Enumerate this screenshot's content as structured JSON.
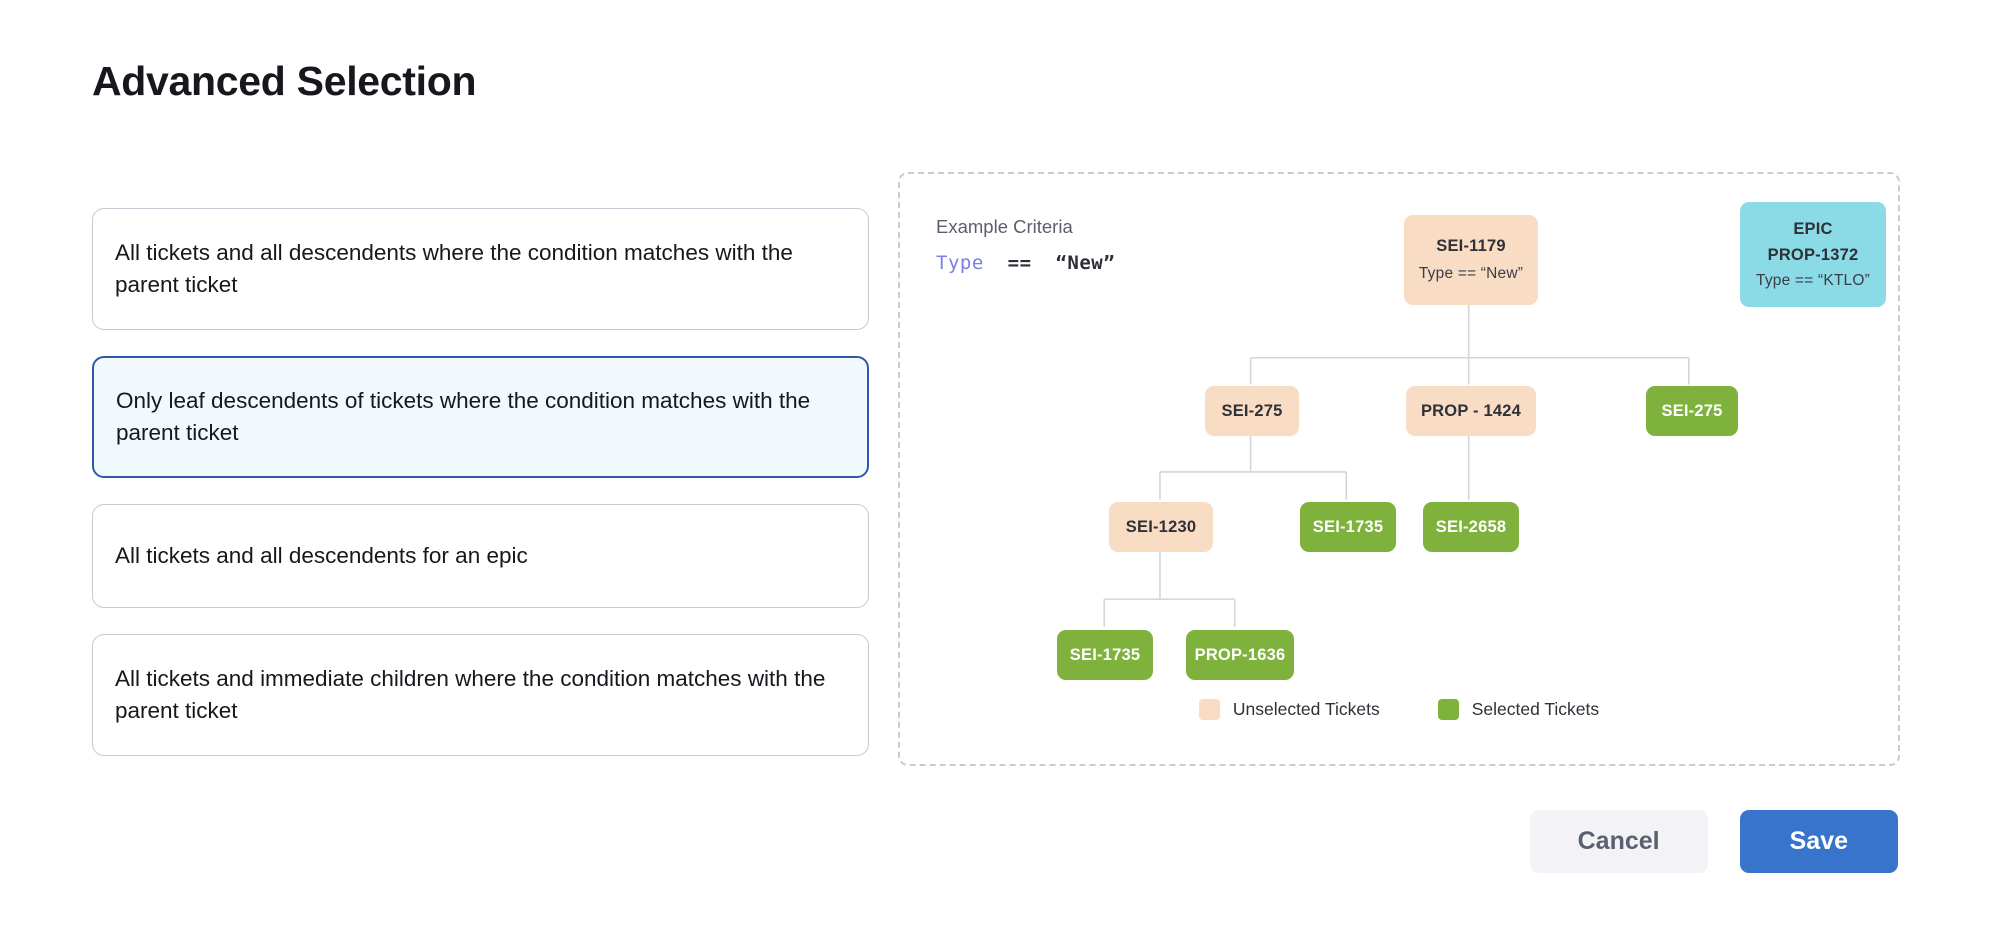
{
  "page": {
    "title": "Advanced Selection"
  },
  "options": [
    {
      "label": "All tickets and all descendents where the condition matches with the parent ticket",
      "selected": false
    },
    {
      "label": "Only leaf descendents of tickets where the condition matches with the parent ticket",
      "selected": true
    },
    {
      "label": "All tickets and all descendents for an epic",
      "selected": false
    },
    {
      "label": "All tickets and immediate children where the condition matches with the parent ticket",
      "selected": false
    }
  ],
  "diagram": {
    "criteria_label": "Example Criteria",
    "criteria_keyword": "Type",
    "criteria_operator": "==",
    "criteria_value": "“New”",
    "nodes": {
      "root": {
        "id": "SEI-1179",
        "condition": "Type == “New”",
        "state": "unselected"
      },
      "epic": {
        "kind": "EPIC",
        "id": "PROP-1372",
        "condition": "Type == “KTLO”",
        "state": "epic"
      },
      "c1": {
        "id": "SEI-275",
        "state": "unselected"
      },
      "c2": {
        "id": "PROP - 1424",
        "state": "unselected"
      },
      "c3": {
        "id": "SEI-275",
        "state": "selected"
      },
      "g1": {
        "id": "SEI-1230",
        "state": "unselected"
      },
      "g2": {
        "id": "SEI-1735",
        "state": "selected"
      },
      "g3": {
        "id": "SEI-2658",
        "state": "selected"
      },
      "h1": {
        "id": "SEI-1735",
        "state": "selected"
      },
      "h2": {
        "id": "PROP-1636",
        "state": "selected"
      }
    },
    "legend": [
      {
        "label": "Unselected Tickets",
        "color": "#f8dcc4"
      },
      {
        "label": "Selected Tickets",
        "color": "#7fb23c"
      }
    ]
  },
  "footer": {
    "cancel_label": "Cancel",
    "save_label": "Save"
  },
  "colors": {
    "accent": "#3874cb",
    "selected_option_border": "#2d5aa8",
    "selected_option_bg": "#f2f9fc",
    "unselected_ticket": "#f8dcc4",
    "selected_ticket": "#7fb23c",
    "epic_ticket": "#8adbe5",
    "criteria_keyword": "#7b7fe0"
  }
}
